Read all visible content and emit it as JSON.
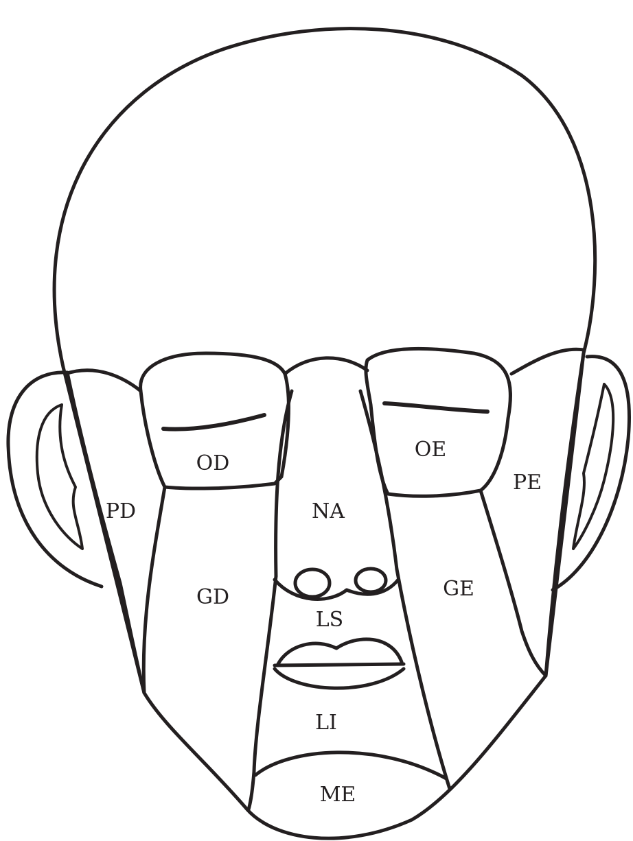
{
  "diagram": {
    "line_color": "#231f20",
    "background": "#ffffff",
    "labels": {
      "od": "OD",
      "oe": "OE",
      "pd": "PD",
      "pe": "PE",
      "na": "NA",
      "gd": "GD",
      "ge": "GE",
      "ls": "LS",
      "li": "LI",
      "me": "ME"
    }
  }
}
